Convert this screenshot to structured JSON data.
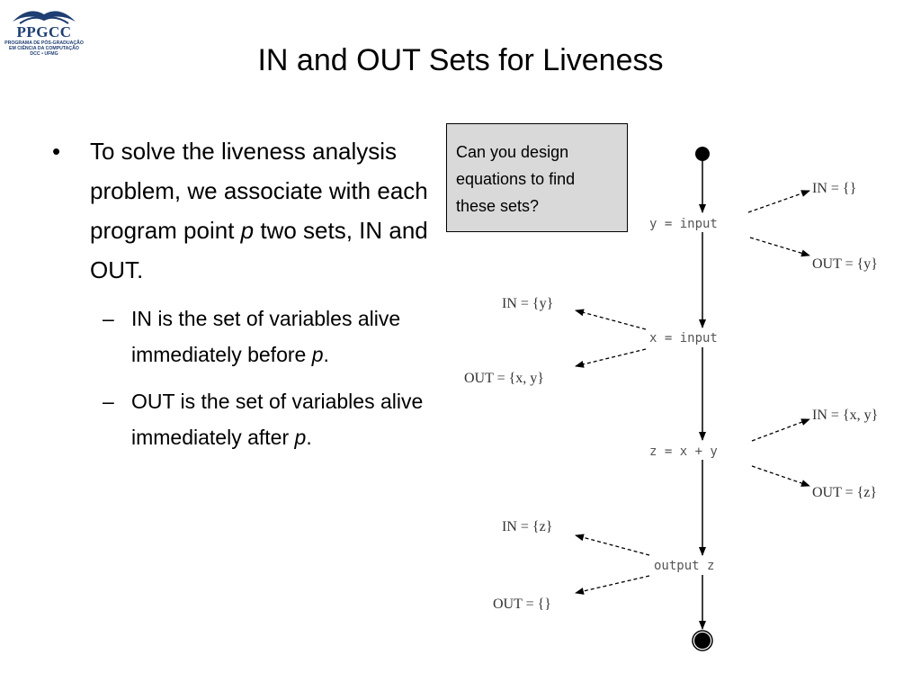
{
  "logo": {
    "name": "PPGCC",
    "line1": "PROGRAMA DE PÓS-GRADUAÇÃO",
    "line2": "EM CIÊNCIA DA COMPUTAÇÃO",
    "line3": "DCC • UFMG"
  },
  "title": "IN and OUT Sets for Liveness",
  "bullet": {
    "text_before": "To solve the liveness analysis problem, we associate with each program point ",
    "var": "p",
    "text_after": " two sets, IN and OUT."
  },
  "subbullets": [
    {
      "before": "IN is the set of variables alive immediately before ",
      "var": "p",
      "after": "."
    },
    {
      "before": "OUT is the set of variables alive immediately after ",
      "var": "p",
      "after": "."
    }
  ],
  "callout": "Can you design equations to find these sets?",
  "diagram": {
    "statements": [
      "y = input",
      "x = input",
      "z = x + y",
      "output z"
    ],
    "sets": [
      {
        "in": "IN = {}",
        "out": "OUT = {y}"
      },
      {
        "in": "IN = {y}",
        "out": "OUT = {x, y}"
      },
      {
        "in": "IN = {x, y}",
        "out": "OUT = {z}"
      },
      {
        "in": "IN = {z}",
        "out": "OUT = {}"
      }
    ]
  },
  "colors": {
    "logo": "#1f3f73",
    "callout_bg": "#d9d9d9"
  }
}
